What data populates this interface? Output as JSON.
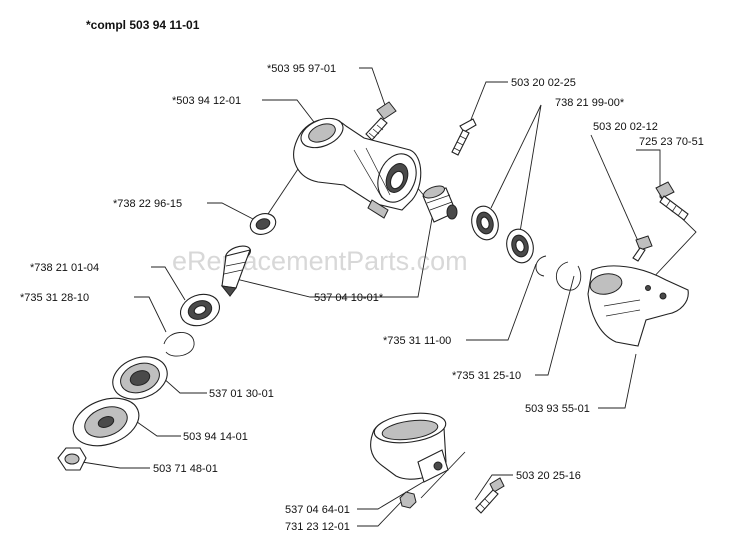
{
  "title": "*compl 503 94 11-01",
  "watermark": "eReplacementParts.com",
  "labels": {
    "p_503_95_97_01": "*503 95 97-01",
    "p_503_94_12_01": "*503 94 12-01",
    "p_503_20_02_25": "503 20 02-25",
    "p_738_21_99_00": "738 21 99-00*",
    "p_503_20_02_12": "503 20 02-12",
    "p_725_23_70_51": "725 23 70-51",
    "p_738_22_96_15": "*738 22 96-15",
    "p_738_21_01_04": "*738 21 01-04",
    "p_735_31_28_10": "*735 31 28-10",
    "p_537_04_10_01": "537 04 10-01*",
    "p_735_31_11_00": "*735 31 11-00",
    "p_735_31_25_10": "*735 31 25-10",
    "p_537_01_30_01": "537 01 30-01",
    "p_503_93_55_01": "503 93 55-01",
    "p_503_94_14_01": "503 94 14-01",
    "p_503_71_48_01": "503 71 48-01",
    "p_503_20_25_16": "503 20 25-16",
    "p_537_04_64_01": "537 04 64-01",
    "p_731_23_12_01": "731 23 12-01"
  }
}
